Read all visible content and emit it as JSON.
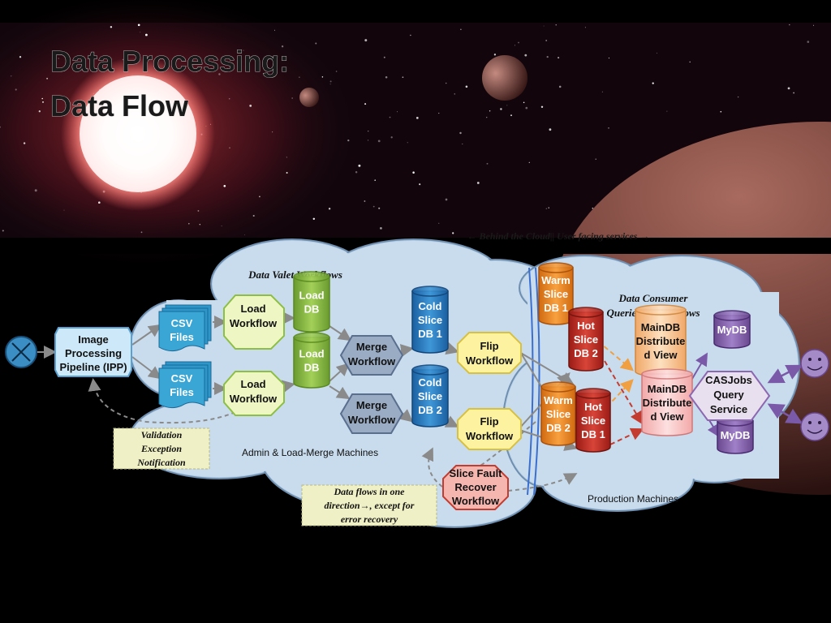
{
  "title": {
    "line1": "Data Processing:",
    "line2": "Data Flow"
  },
  "banner_caption": "← Behind the Cloud|| User facing services →",
  "cloud_labels": {
    "data_valet": "Data Valet Workflows",
    "data_consumer_1": "Data Consumer",
    "data_consumer_2": "Queries & Workflows",
    "admin_machines": "Admin & Load-Merge Machines",
    "production_machines": "Production Machines"
  },
  "nodes": {
    "ipp": [
      "Image",
      "Processing",
      "Pipeline (IPP)"
    ],
    "csv_files_1": [
      "CSV",
      "Files"
    ],
    "csv_files_2": [
      "CSV",
      "Files"
    ],
    "load_workflow_1": [
      "Load",
      "Workflow"
    ],
    "load_workflow_2": [
      "Load",
      "Workflow"
    ],
    "load_db_1": [
      "Load",
      "DB"
    ],
    "load_db_2": [
      "Load",
      "DB"
    ],
    "merge_workflow_1": [
      "Merge",
      "Workflow"
    ],
    "merge_workflow_2": [
      "Merge",
      "Workflow"
    ],
    "cold_slice_1": [
      "Cold",
      "Slice",
      "DB 1"
    ],
    "cold_slice_2": [
      "Cold",
      "Slice",
      "DB 2"
    ],
    "flip_workflow_1": [
      "Flip",
      "Workflow"
    ],
    "flip_workflow_2": [
      "Flip",
      "Workflow"
    ],
    "warm_slice_1": [
      "Warm",
      "Slice",
      "DB 1"
    ],
    "warm_slice_2": [
      "Warm",
      "Slice",
      "DB 2"
    ],
    "hot_slice_2": [
      "Hot",
      "Slice",
      "DB 2"
    ],
    "hot_slice_1": [
      "Hot",
      "Slice",
      "DB 1"
    ],
    "maindb_view_1": [
      "MainDB",
      "Distribute",
      "d View"
    ],
    "maindb_view_2": [
      "MainDB",
      "Distribute",
      "d View"
    ],
    "casjobs": [
      "CASJobs",
      "Query",
      "Service"
    ],
    "mydb_1": "MyDB",
    "mydb_2": "MyDB",
    "slice_fault": [
      "Slice Fault",
      "Recover",
      "Workflow"
    ]
  },
  "notes": {
    "validation": [
      "Validation",
      "Exception",
      "Notification"
    ],
    "data_flows": [
      "Data flows in one",
      "direction→, except for",
      "error recovery"
    ]
  },
  "colors": {
    "background": "#000000",
    "cloud_fill": "#c9dced",
    "csv": "#2e97c9",
    "load_workflow": "#eef7c4",
    "load_db": "#8dbf44",
    "merge_workflow": "#9aacc4",
    "cold_slice": "#2c7cc0",
    "flip_workflow": "#fdf2a0",
    "warm_slice": "#f08a1c",
    "hot_slice": "#c42c22",
    "maindb_view": "#f6c290",
    "casjobs": "#e9e0ef",
    "mydb": "#8c68b0",
    "slice_fault": "#f6b6b0",
    "note_fill": "#f0f0c6",
    "smiley": "#a58ac8"
  }
}
